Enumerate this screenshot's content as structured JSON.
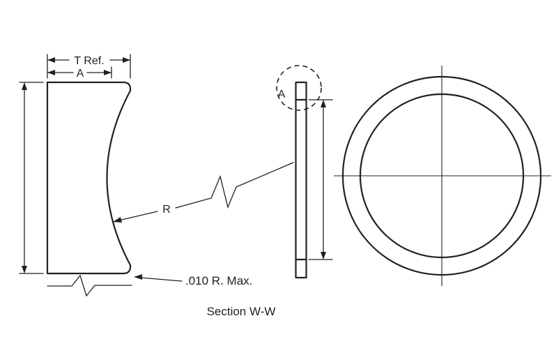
{
  "drawing": {
    "section_caption": "Section W-W",
    "dimensions": {
      "thickness": "T Ref.",
      "width_a": "A",
      "radius": "R",
      "corner_radius_note": ".010 R. Max."
    },
    "detail_callout": "A",
    "colors": {
      "line": "#231f20",
      "background": "#ffffff"
    }
  }
}
